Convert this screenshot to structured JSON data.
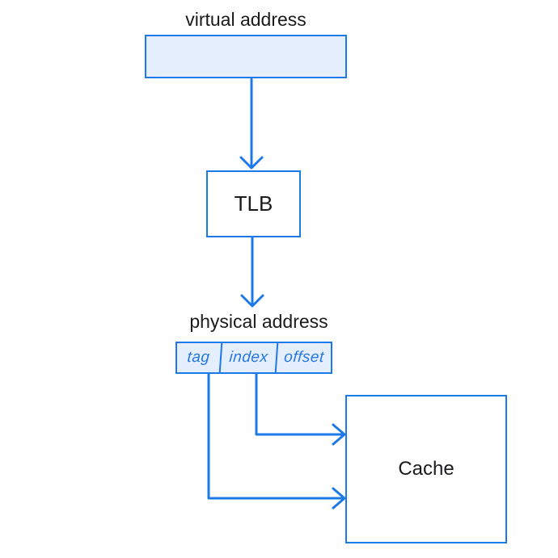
{
  "colors": {
    "stroke_blue": "#1e79e8",
    "box_fill_light": "#e4eefc",
    "handwriting_blue": "#2577e6",
    "text_black": "#1b1b1d",
    "background": "#ffffff"
  },
  "diagram": {
    "virtual_address": {
      "label": "virtual address"
    },
    "tlb": {
      "label": "TLB"
    },
    "physical_address": {
      "label": "physical address",
      "fields": [
        {
          "label": "tag"
        },
        {
          "label": "index"
        },
        {
          "label": "offset"
        }
      ]
    },
    "cache": {
      "label": "Cache"
    }
  }
}
